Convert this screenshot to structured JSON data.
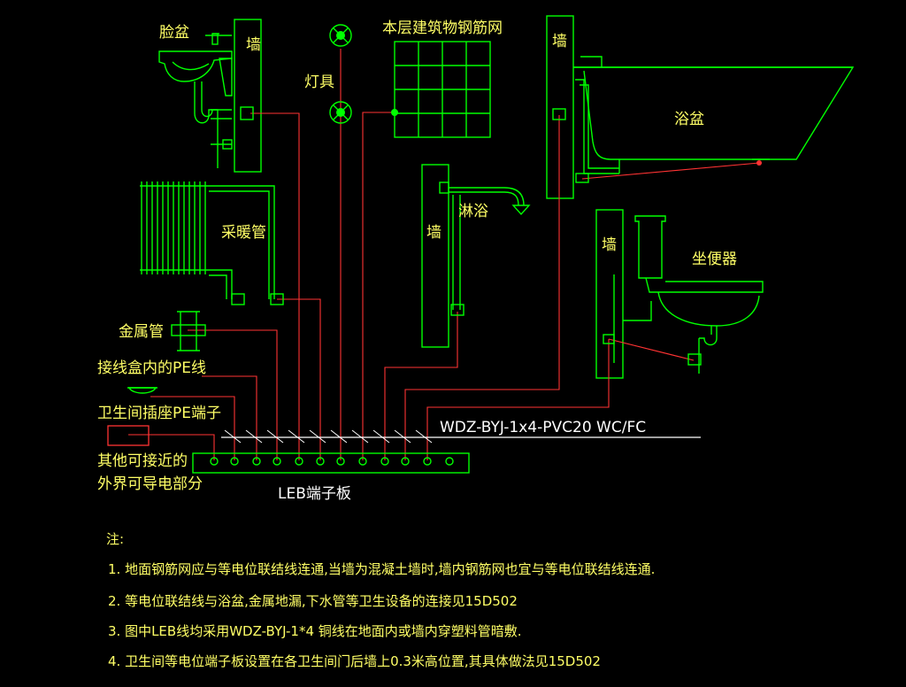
{
  "labels": {
    "basin": "脸盆",
    "wall_1": "墙",
    "lamp": "灯具",
    "rebar_mesh": "本层建筑物钢筋网",
    "wall_2": "墙",
    "bathtub": "浴盆",
    "radiator": "采暖管",
    "wall_3": "墙",
    "shower": "淋浴",
    "wall_4": "墙",
    "toilet": "坐便器",
    "metal_pipe": "金属管",
    "pe_wire": "接线盒内的PE线",
    "socket_pe": "卫生间插座PE端子",
    "other_parts_1": "其他可接近的",
    "other_parts_2": "外界可导电部分",
    "cable_spec": "WDZ-BYJ-1x4-PVC20  WC/FC",
    "leb": "LEB端子板"
  },
  "notes": {
    "heading": "注:",
    "items": [
      "1. 地面钢筋网应与等电位联结线连通,当墙为混凝土墙时,墙内钢筋网也宜与等电位联结线连通.",
      "2. 等电位联结线与浴盆,金属地漏,下水管等卫生设备的连接见15D502",
      "3. 图中LEB线均采用WDZ-BYJ-1*4  铜线在地面内或墙内穿塑料管暗敷.",
      "4. 卫生间等电位端子板设置在各卫生间门后墙上0.3米高位置,其具体做法见15D502"
    ]
  },
  "colors": {
    "equipment": "#00ff00",
    "bond_wire": "#ff3333",
    "cable": "#ffffff",
    "text": "#ffff66"
  }
}
